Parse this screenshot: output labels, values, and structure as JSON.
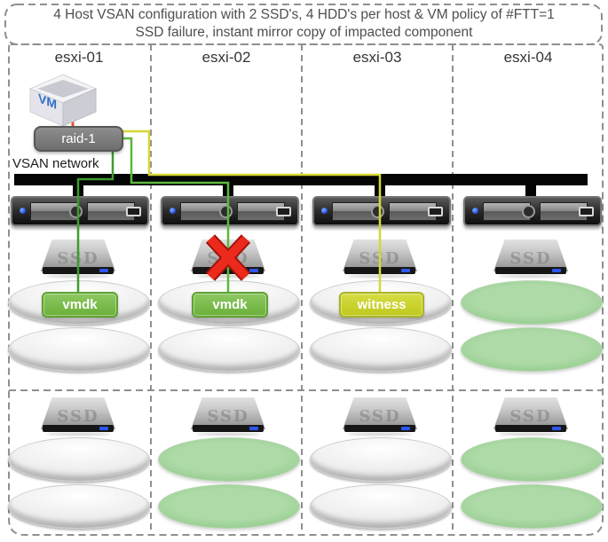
{
  "title": {
    "line1": "4 Host VSAN configuration with 2 SSD's, 4 HDD's per host & VM policy of #FTT=1",
    "line2": "SSD failure, instant mirror copy of impacted component"
  },
  "network": {
    "label": "VSAN network"
  },
  "vm": {
    "cube_label": "VM",
    "raid_label": "raid-1"
  },
  "ssd_label": "SSD",
  "disk_labels": {
    "vmdk": "vmdk",
    "witness": "witness"
  },
  "hosts": [
    {
      "name": "esxi-01",
      "disk_groups": [
        {
          "ssd": "ok",
          "hdds": [
            "vmdk",
            "empty"
          ]
        },
        {
          "ssd": "ok",
          "hdds": [
            "empty",
            "empty"
          ]
        }
      ]
    },
    {
      "name": "esxi-02",
      "disk_groups": [
        {
          "ssd": "failed",
          "hdds": [
            "vmdk",
            "empty"
          ]
        },
        {
          "ssd": "ok",
          "hdds": [
            "mirrored",
            "mirrored"
          ]
        }
      ]
    },
    {
      "name": "esxi-03",
      "disk_groups": [
        {
          "ssd": "ok",
          "hdds": [
            "witness",
            "empty"
          ]
        },
        {
          "ssd": "ok",
          "hdds": [
            "empty",
            "empty"
          ]
        }
      ]
    },
    {
      "name": "esxi-04",
      "disk_groups": [
        {
          "ssd": "ok",
          "hdds": [
            "mirrored",
            "mirrored"
          ]
        },
        {
          "ssd": "ok",
          "hdds": [
            "mirrored",
            "mirrored"
          ]
        }
      ]
    }
  ],
  "wires": {
    "vm_to_raid": "red",
    "raid_to_esxi01_vmdk": "green",
    "raid_to_esxi02_vmdk": "green",
    "raid_to_esxi03_witness": "yellow"
  },
  "colors": {
    "vmdk_green": "#6cb03a",
    "witness_yellow": "#bfc91c",
    "mirror_line_green_1": "#3f9a2f",
    "mirror_line_green_2": "#5cb83c",
    "witness_line_yellow": "#d6d832",
    "failure_red": "#e5261c",
    "healthy_disk_green": "#9bd095",
    "network_black": "#050505"
  }
}
